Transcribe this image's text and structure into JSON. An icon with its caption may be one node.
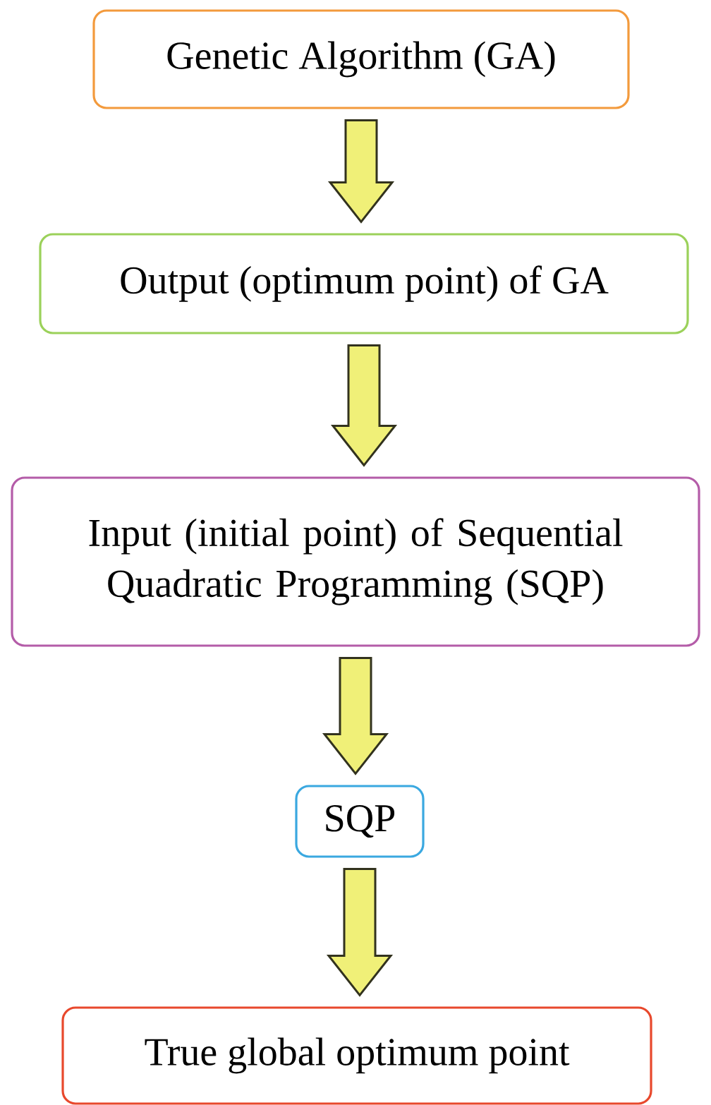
{
  "diagram": {
    "nodes": [
      {
        "text": [
          "Genetic Algorithm (GA)"
        ]
      },
      {
        "text": [
          "Output (optimum point) of GA"
        ]
      },
      {
        "text": [
          "Input (initial point) of Sequential Quadratic Programming (SQP)"
        ]
      },
      {
        "text": [
          "SQP"
        ]
      },
      {
        "text": [
          "True global optimum point"
        ]
      }
    ],
    "edges": [
      {
        "from": 0,
        "to": 1,
        "arrow": "to"
      },
      {
        "from": 1,
        "to": 2,
        "arrow": "to"
      },
      {
        "from": 2,
        "to": 3,
        "arrow": "to"
      },
      {
        "from": 3,
        "to": 4,
        "arrow": "to"
      }
    ]
  }
}
